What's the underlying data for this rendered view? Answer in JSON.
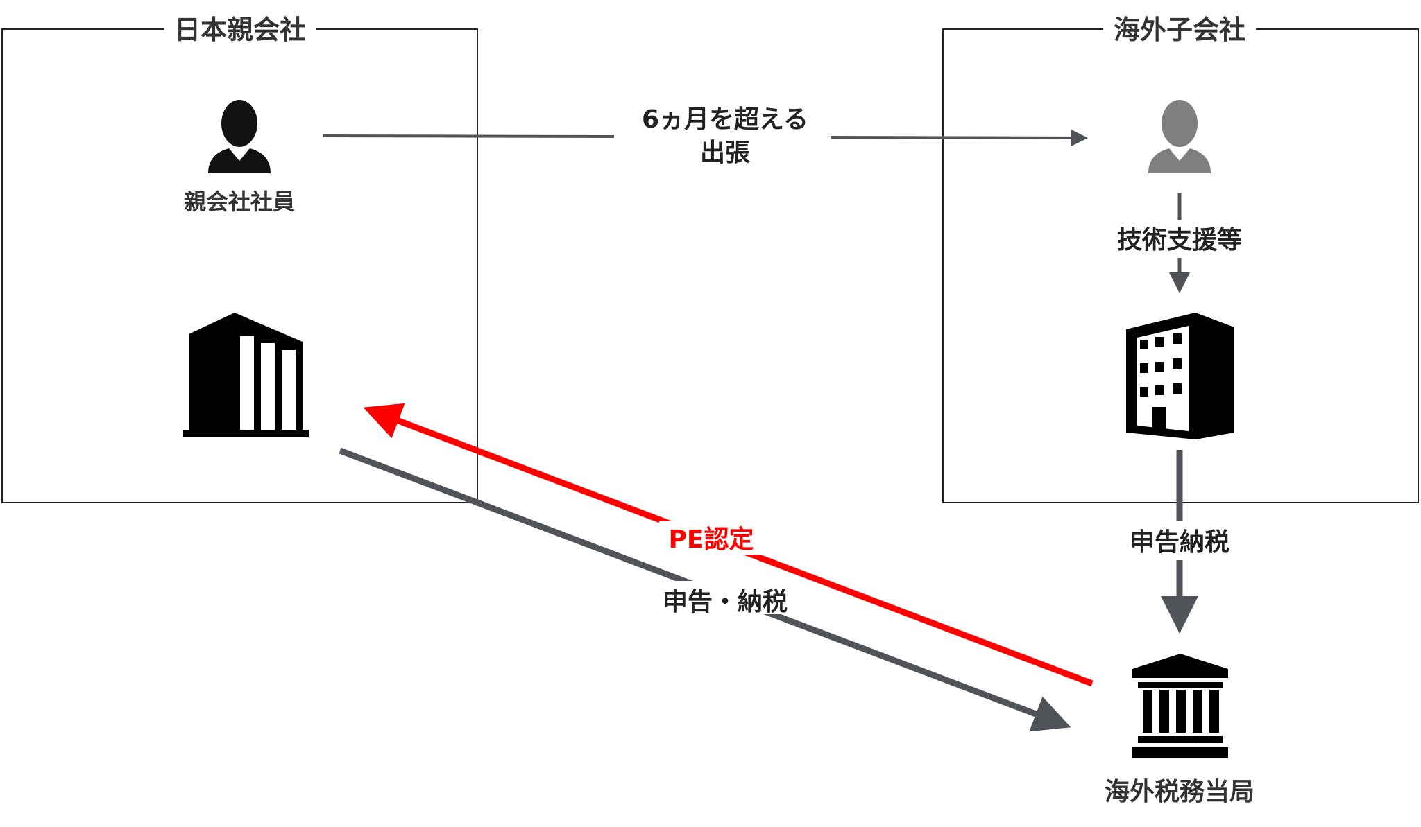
{
  "parent_company": {
    "title": "日本親会社",
    "employee_label": "親会社社員"
  },
  "subsidiary": {
    "title": "海外子会社"
  },
  "business_trip": {
    "line1": "6ヵ月を超える",
    "line2": "出張"
  },
  "tech_support": {
    "label": "技術支援等"
  },
  "subsidiary_filing": {
    "label": "申告納税"
  },
  "tax_authority": {
    "label": "海外税務当局"
  },
  "pe_recognition": {
    "label": "PE認定"
  },
  "parent_filing": {
    "label": "申告・納税"
  },
  "colors": {
    "arrow_gray": "#505358",
    "pe_red": "#ff0000",
    "person_gray": "#7f7f7f"
  }
}
